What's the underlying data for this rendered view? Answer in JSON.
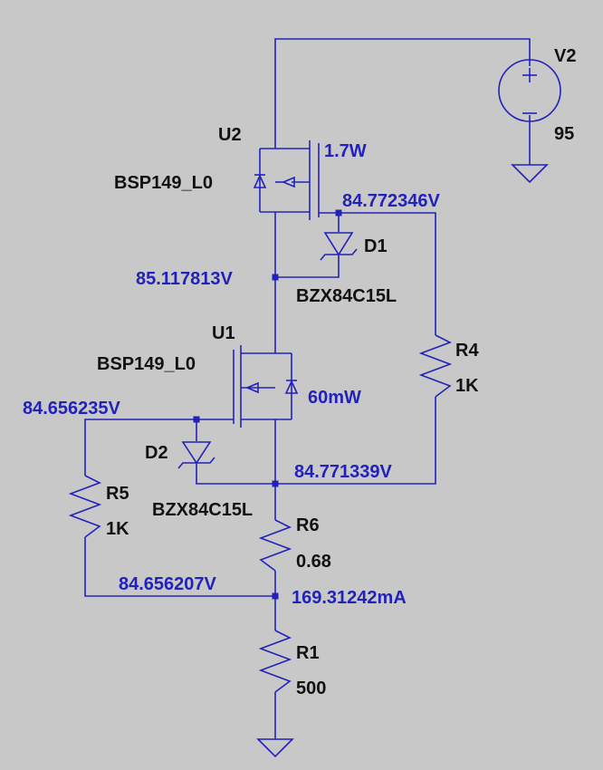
{
  "components": {
    "v2": {
      "name": "V2",
      "value": "95"
    },
    "u2": {
      "name": "U2",
      "model": "BSP149_L0",
      "power": "1.7W"
    },
    "u1": {
      "name": "U1",
      "model": "BSP149_L0",
      "power": "60mW"
    },
    "d1": {
      "name": "D1",
      "model": "BZX84C15L"
    },
    "d2": {
      "name": "D2",
      "model": "BZX84C15L"
    },
    "r4": {
      "name": "R4",
      "value": "1K"
    },
    "r5": {
      "name": "R5",
      "value": "1K"
    },
    "r6": {
      "name": "R6",
      "value": "0.68"
    },
    "r1": {
      "name": "R1",
      "value": "500"
    }
  },
  "probes": {
    "u2_gate": "84.772346V",
    "u2_source": "85.117813V",
    "u1_gate": "84.656235V",
    "u1_source": "84.771339V",
    "r5_bottom": "84.656207V",
    "r1_current": "169.31242mA"
  },
  "colors": {
    "background": "#c8c8c8",
    "wire": "#2222bb",
    "label": "#111111",
    "probe": "#2222bb"
  }
}
